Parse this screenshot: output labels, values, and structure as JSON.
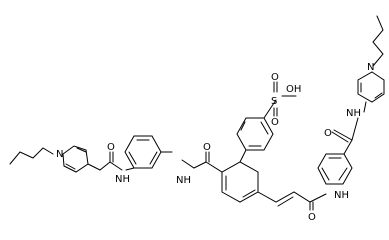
{
  "structure": {
    "atoms": {
      "n_left_ring": "N",
      "amide_left_o": "O",
      "amide_left_nh": "NH",
      "amide_mid_o": "O",
      "amide_mid_nh": "NH",
      "sulfonyl_o1": "O",
      "sulfonyl_s": "S",
      "sulfonyl_oh": "OH",
      "sulfonyl_o2": "O",
      "acryl_o": "O",
      "acryl_nh": "NH",
      "amide_right_o": "O",
      "amide_right_nh": "NH",
      "n_right_ring": "N"
    }
  }
}
